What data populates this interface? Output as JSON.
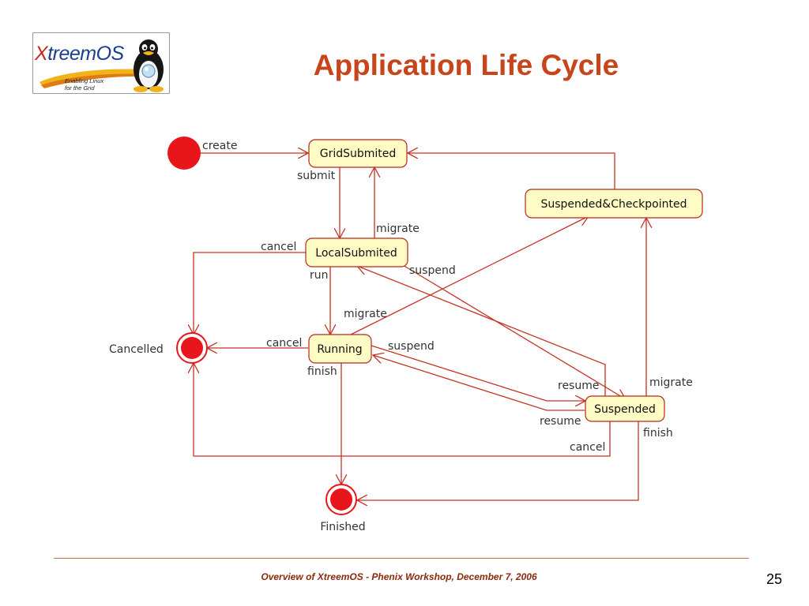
{
  "logo": {
    "wordmark_first": "X",
    "wordmark_rest": "treemOS",
    "tagline_line1": "Enabling Linux",
    "tagline_line2": "for the Grid",
    "mascot": "penguin-icon"
  },
  "slide": {
    "title": "Application Life Cycle",
    "footer": "Overview of XtreemOS - Phenix Workshop, December 7, 2006",
    "page_number": "25"
  },
  "colors": {
    "title": "#c8441b",
    "state_fill": "#fffbc4",
    "state_border": "#b5281c",
    "node_red": "#e8161a",
    "edge": "#c43326",
    "footer_text": "#8a2a0e"
  },
  "diagram": {
    "states": [
      {
        "id": "gridsubmited",
        "label": "GridSubmited"
      },
      {
        "id": "localsubmited",
        "label": "LocalSubmited"
      },
      {
        "id": "running",
        "label": "Running"
      },
      {
        "id": "suspended",
        "label": "Suspended"
      },
      {
        "id": "suspcheck",
        "label": "Suspended&Checkpointed"
      }
    ],
    "pseudo_states": [
      {
        "id": "initial",
        "kind": "initial",
        "label": ""
      },
      {
        "id": "cancelled",
        "kind": "final",
        "label": "Cancelled"
      },
      {
        "id": "finished",
        "kind": "final",
        "label": "Finished"
      }
    ],
    "transitions": [
      {
        "id": "t-create",
        "from": "initial",
        "to": "gridsubmited",
        "label": "create"
      },
      {
        "id": "t-submit",
        "from": "gridsubmited",
        "to": "localsubmited",
        "label": "submit"
      },
      {
        "id": "t-migrate-local",
        "from": "localsubmited",
        "to": "gridsubmited",
        "label": "migrate"
      },
      {
        "id": "t-cancel-local",
        "from": "localsubmited",
        "to": "cancelled",
        "label": "cancel"
      },
      {
        "id": "t-run",
        "from": "localsubmited",
        "to": "running",
        "label": "run"
      },
      {
        "id": "t-suspend-local",
        "from": "localsubmited",
        "to": "suspended",
        "label": "suspend"
      },
      {
        "id": "t-resume-local",
        "from": "suspended",
        "to": "localsubmited",
        "label": "resume"
      },
      {
        "id": "t-migrate-running",
        "from": "running",
        "to": "suspcheck",
        "label": "migrate"
      },
      {
        "id": "t-cancel-running",
        "from": "running",
        "to": "cancelled",
        "label": "cancel"
      },
      {
        "id": "t-suspend-running",
        "from": "running",
        "to": "suspended",
        "label": "suspend"
      },
      {
        "id": "t-resume-running",
        "from": "suspended",
        "to": "running",
        "label": "resume"
      },
      {
        "id": "t-finish-running",
        "from": "running",
        "to": "finished",
        "label": "finish"
      },
      {
        "id": "t-migrate-suspended",
        "from": "suspended",
        "to": "suspcheck",
        "label": "migrate"
      },
      {
        "id": "t-cancel-suspended",
        "from": "suspended",
        "to": "cancelled",
        "label": "cancel"
      },
      {
        "id": "t-finish-suspended",
        "from": "suspended",
        "to": "finished",
        "label": "finish"
      },
      {
        "id": "t-checkpoint-grid",
        "from": "suspcheck",
        "to": "gridsubmited",
        "label": ""
      }
    ]
  }
}
